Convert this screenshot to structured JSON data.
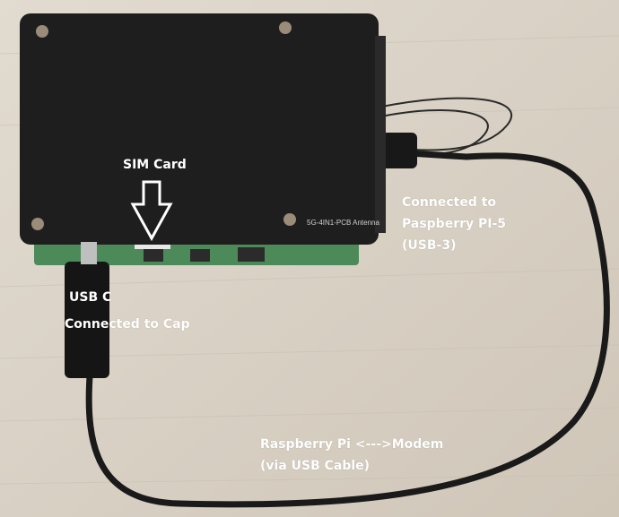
{
  "device_print": "5G-4IN1-PCB Antenna",
  "annotations": {
    "sim_card": "SIM Card",
    "usb_c_line1": "USB C",
    "usb_c_line2": "Connected to Cap",
    "usb3_line1": "Connected to",
    "usb3_line2": "Paspberry PI-5",
    "usb3_line3": "(USB-3)",
    "cable_line1": "Raspberry Pi <--->Modem",
    "cable_line2": "(via USB Cable)"
  },
  "colors": {
    "table": "#d9d2c7",
    "case": "#1e1e1e",
    "pcb": "#4d8a5a",
    "cable": "#1a1a1a",
    "label": "#ffffff"
  }
}
